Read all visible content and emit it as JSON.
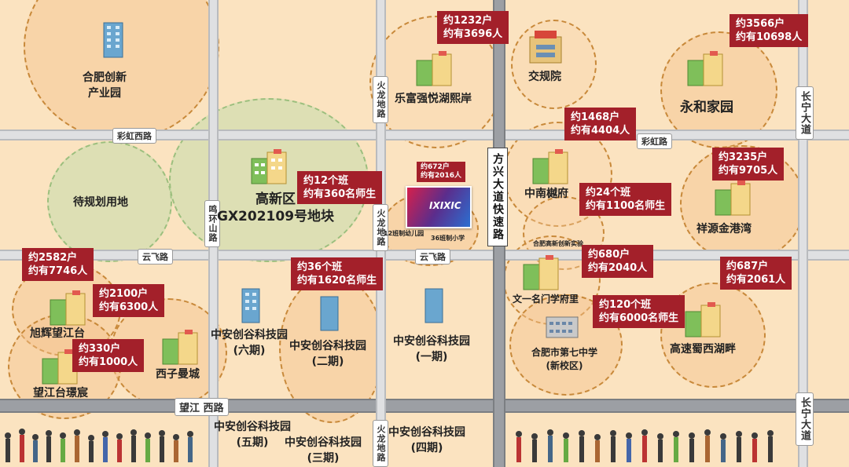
{
  "roads": {
    "caihong_west": "彩虹西路",
    "caihong": "彩虹路",
    "yunfei_left": "云飞路",
    "yunfei_right": "云飞路",
    "wangjiang_west": "望江 西路",
    "minghuan_shan": "鸣环山路",
    "huolong_top": "火龙地路",
    "huolong_mid": "火龙地路",
    "huolong_bottom": "火龙地路",
    "fangxing": "方兴大道快速路",
    "changning_top": "长宁大道",
    "changning_bottom": "长宁大道"
  },
  "places": {
    "hefei_park": [
      "合肥创新",
      "产业园"
    ],
    "planned_land": "待规划用地",
    "gaoxin": [
      "高新区",
      "GX202109号地块"
    ],
    "lefu": "乐富强悦湖熙岸",
    "jiaoguiyuan": "交规院",
    "yonghe": "永和家园",
    "zhongnan": "中南樾府",
    "xiangyuan": "祥源金港湾",
    "wenyi": "文一名门学府里",
    "hefei_no7": [
      "合肥市第七中学",
      "(新校区)"
    ],
    "gaosu": "高速蜀西湖畔",
    "xuhui": "旭辉望江台",
    "xizi": "西子曼城",
    "wangjiangtai": "望江台璟宸",
    "zhongan6": [
      "中安创谷科技园",
      "(六期)"
    ],
    "zhongan2": [
      "中安创谷科技园",
      "(二期)"
    ],
    "zhongan1": [
      "中安创谷科技园",
      "(一期)"
    ],
    "zhongan5": [
      "中安创谷科技园",
      "(五期)"
    ],
    "zhongan3": [
      "中安创谷科技园",
      "(三期)"
    ],
    "zhongan4": [
      "中安创谷科技园",
      "(四期)"
    ],
    "kindergarten": "12班制幼儿园",
    "primary": "36班制小学",
    "gaoxin_school": "合肥高新创新实验"
  },
  "callouts": {
    "lefu": [
      "约1232户",
      "约有3696人"
    ],
    "yonghe": [
      "约3566户",
      "约有10698人"
    ],
    "zhongnan": [
      "约1468户",
      "约有4404人"
    ],
    "xiangyuan": [
      "约3235户",
      "约有9705人"
    ],
    "gaoxin_school": [
      "约24个班",
      "约有1100名师生"
    ],
    "kindergarten": [
      "约12个班",
      "约有360名师生"
    ],
    "center": [
      "约672户",
      "约有2016人"
    ],
    "primary": [
      "约36个班",
      "约有1620名师生"
    ],
    "wenyi": [
      "约680户",
      "约有2040人"
    ],
    "gaosu": [
      "约687户",
      "约有2061人"
    ],
    "hefei_no7": [
      "约120个班",
      "约有6000名师生"
    ],
    "xuhui_top": [
      "约2582户",
      "约有7746人"
    ],
    "xizi": [
      "约2100户",
      "约有6300人"
    ],
    "wangjiangtai": [
      "约330户",
      "约有1000人"
    ]
  },
  "project_logo": "IXIXIC",
  "colors": {
    "callout": "#a3202a",
    "bg": "#fbe3c0",
    "road": "#dfe0e2"
  }
}
